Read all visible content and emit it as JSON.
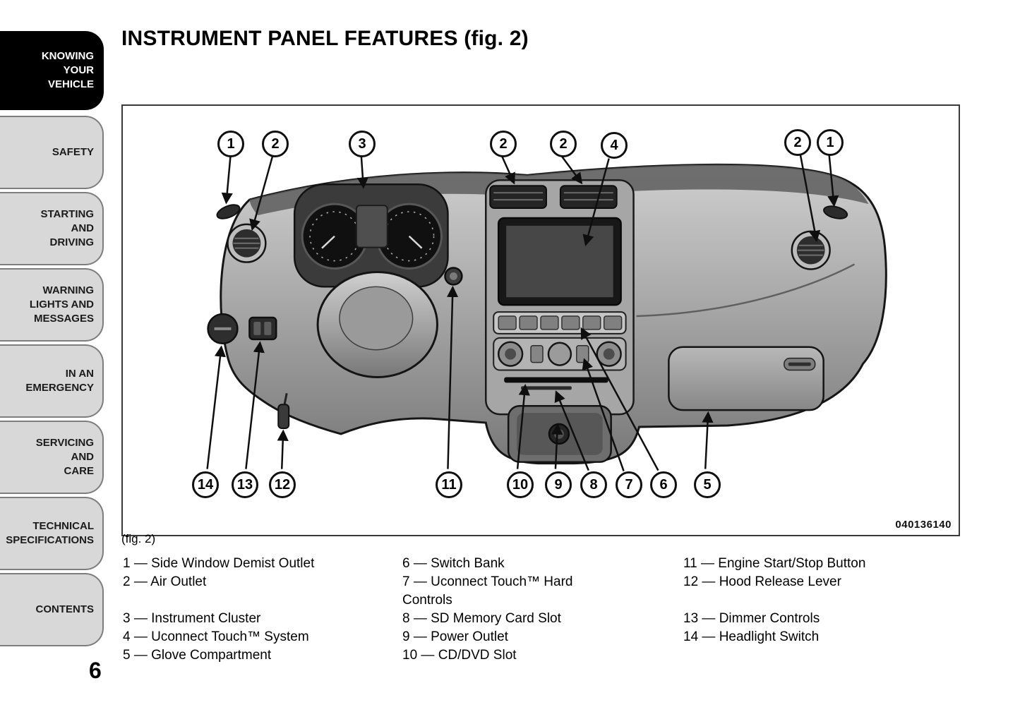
{
  "header": {
    "title": "INSTRUMENT PANEL FEATURES (fig. 2)"
  },
  "sidebar": {
    "items": [
      {
        "label": "KNOWING\nYOUR\nVEHICLE"
      },
      {
        "label": "SAFETY"
      },
      {
        "label": "STARTING\nAND\nDRIVING"
      },
      {
        "label": "WARNING\nLIGHTS AND\nMESSAGES"
      },
      {
        "label": "IN AN\nEMERGENCY"
      },
      {
        "label": "SERVICING\nAND\nCARE"
      },
      {
        "label": "TECHNICAL\nSPECIFICATIONS"
      },
      {
        "label": "CONTENTS"
      }
    ]
  },
  "figure": {
    "caption": "(fig. 2)",
    "code": "040136140",
    "callouts_top": [
      "1",
      "2",
      "3",
      "2",
      "2",
      "4",
      "2",
      "1"
    ],
    "callouts_bottom": [
      "14",
      "13",
      "12",
      "11",
      "10",
      "9",
      "8",
      "7",
      "6",
      "5"
    ]
  },
  "legend": {
    "col1": [
      {
        "label": "1 — Side Window Demist Outlet"
      },
      {
        "label": "2 — Air Outlet"
      },
      {
        "label": "3 — Instrument Cluster"
      },
      {
        "label": "4 — Uconnect Touch™ System"
      },
      {
        "label": "5 — Glove Compartment"
      }
    ],
    "col2": [
      {
        "label": "6 — Switch Bank"
      },
      {
        "label": "7 — Uconnect Touch™ Hard Controls"
      },
      {
        "label": "8 — SD Memory Card Slot"
      },
      {
        "label": "9 — Power Outlet"
      },
      {
        "label": "10 — CD/DVD Slot"
      }
    ],
    "col3": [
      {
        "label": "11 — Engine Start/Stop Button"
      },
      {
        "label": "12 — Hood Release Lever"
      },
      {
        "label": "13 — Dimmer Controls"
      },
      {
        "label": "14 — Headlight Switch"
      }
    ]
  },
  "page_number": "6"
}
